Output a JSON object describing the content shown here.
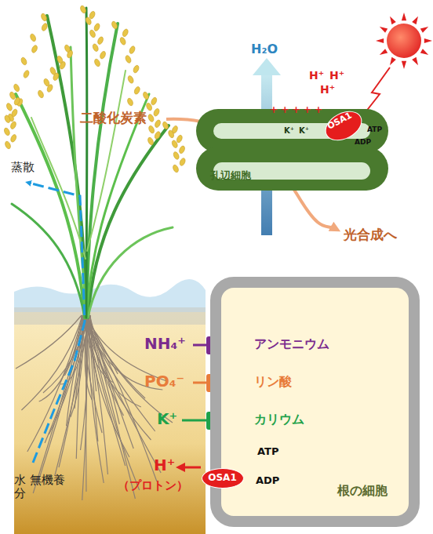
{
  "diagram": {
    "nodes": [
      {
        "text": [
          "孔辺細胞"
        ]
      },
      {
        "text": [
          "OSA1"
        ],
        "in": 0
      },
      {
        "text": [
          "根の細胞"
        ]
      },
      {
        "text": [
          "OSA1"
        ],
        "in": 2
      }
    ],
    "labels": [
      "蒸散",
      "水 無機養分",
      "二酸化炭素",
      "H₂O",
      "H⁺",
      "H⁺",
      "H⁺",
      "+ + + + +",
      "K⁺",
      "K⁺",
      "ATP",
      "ADP",
      "光合成へ",
      "NH₄⁺",
      "アンモニウム",
      "PO₄⁻",
      "リン酸",
      "K⁺",
      "カリウム",
      "H⁺",
      "（プロトン）",
      "ATP",
      "ADP"
    ]
  }
}
